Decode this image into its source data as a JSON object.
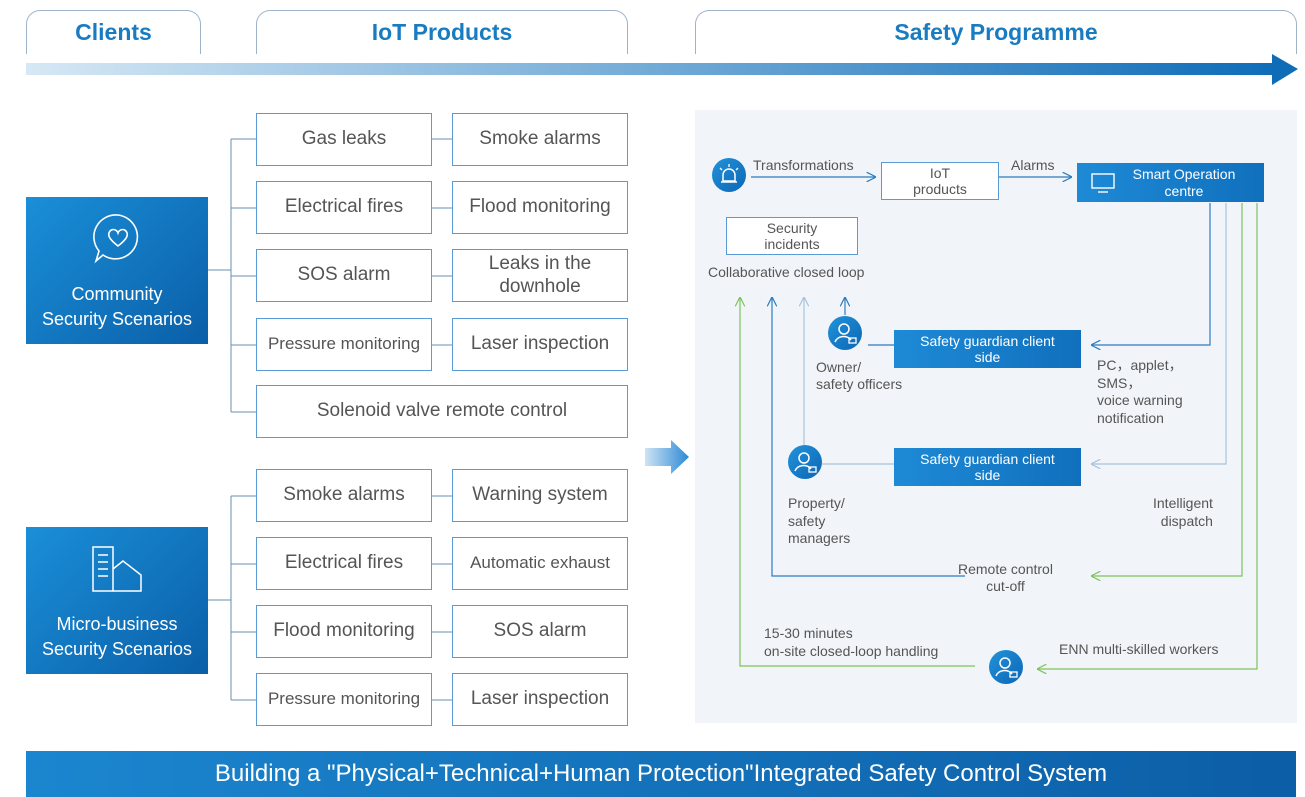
{
  "header": {
    "tabs": [
      {
        "label": "Clients"
      },
      {
        "label": "IoT Products"
      },
      {
        "label": "Safety Programme"
      }
    ]
  },
  "scenarios": {
    "community": {
      "title": "Community\nSecurity Scenarios",
      "icon": "heart-chat-icon",
      "products": [
        [
          "Gas leaks",
          "Smoke alarms"
        ],
        [
          "Electrical fires",
          "Flood monitoring"
        ],
        [
          "SOS alarm",
          "Leaks in the downhole"
        ],
        [
          "Pressure monitoring",
          "Laser inspection"
        ],
        [
          "Solenoid valve remote control"
        ]
      ]
    },
    "micro": {
      "title": "Micro-business\nSecurity Scenarios",
      "icon": "building-icon",
      "products": [
        [
          "Smoke alarms",
          "Warning system"
        ],
        [
          "Electrical fires",
          "Automatic exhaust"
        ],
        [
          "Flood monitoring",
          "SOS alarm"
        ],
        [
          "Pressure monitoring",
          "Laser inspection"
        ]
      ]
    }
  },
  "flow": {
    "transformations": "Transformations",
    "iot_products": "IoT products",
    "alarms": "Alarms",
    "smart_centre": "Smart Operation centre",
    "security_incidents": "Security incidents",
    "collab_loop": "Collaborative closed loop",
    "guardian_1": "Safety guardian client side",
    "guardian_2": "Safety guardian client side",
    "owner": "Owner/\nsafety officers",
    "property": "Property/\nsafety\nmanagers",
    "notify": "PC，applet，\nSMS，\nvoice warning\nnotification",
    "dispatch": "Intelligent\ndispatch",
    "remote_cut": "Remote control\ncut-off",
    "onsite": "15-30 minutes\non-site closed-loop handling",
    "workers": "ENN multi-skilled workers"
  },
  "banner": {
    "text": "Building a \"Physical+Technical+Human Protection\"Integrated Safety Control System"
  },
  "colors": {
    "primary": "#1a7cc0",
    "box_border": "#5b9bd5",
    "green_line": "#7cc35a",
    "panel_bg": "#f1f5f9"
  }
}
